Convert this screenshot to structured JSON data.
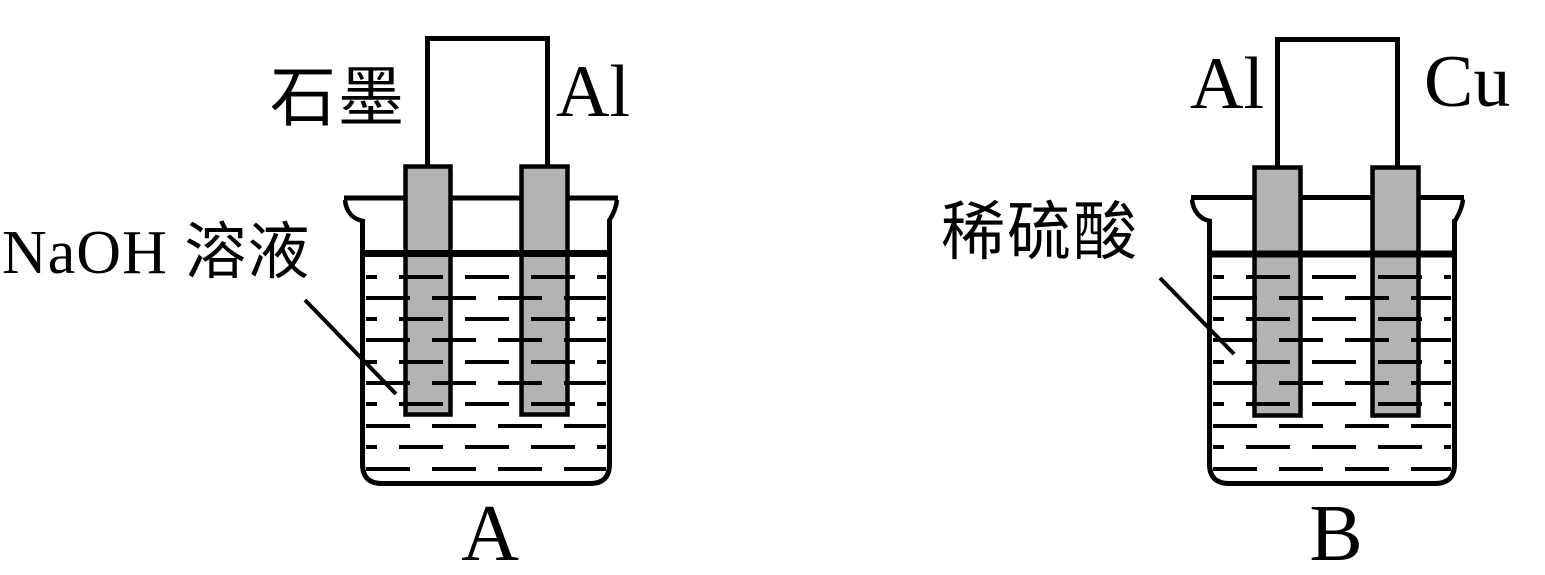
{
  "figure": {
    "cells": [
      {
        "caption": "A",
        "left_electrode": "石墨",
        "right_electrode": "Al",
        "solution": "NaOH 溶液"
      },
      {
        "caption": "B",
        "left_electrode": "Al",
        "right_electrode": "Cu",
        "solution": "稀硫酸"
      }
    ]
  },
  "colors": {
    "stroke": "#000000",
    "electrode_fill": "#b3b3b3",
    "background": "#ffffff"
  }
}
